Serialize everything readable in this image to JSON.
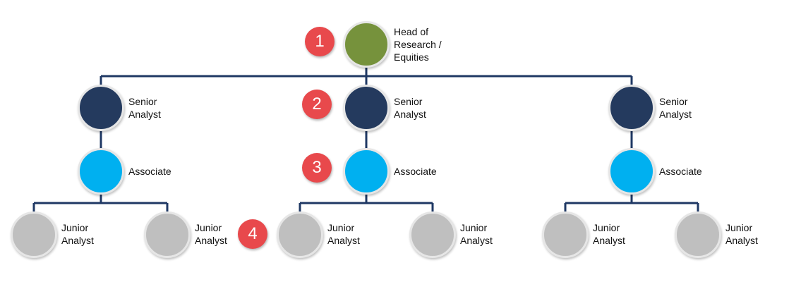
{
  "colors": {
    "head": "#76923c",
    "senior": "#243a5e",
    "associate": "#00b0f0",
    "junior": "#bfbfbf",
    "connector": "#1f3864",
    "badge": "#e8494c"
  },
  "nodes": {
    "head": "Head of\nResearch /\nEquities",
    "senior": [
      "Senior\nAnalyst",
      "Senior\nAnalyst",
      "Senior\nAnalyst"
    ],
    "associate": [
      "Associate",
      "Associate",
      "Associate"
    ],
    "junior": [
      "Junior\nAnalyst",
      "Junior\nAnalyst",
      "Junior\nAnalyst",
      "Junior\nAnalyst",
      "Junior\nAnalyst",
      "Junior\nAnalyst"
    ]
  },
  "badges": [
    "1",
    "2",
    "3",
    "4"
  ]
}
